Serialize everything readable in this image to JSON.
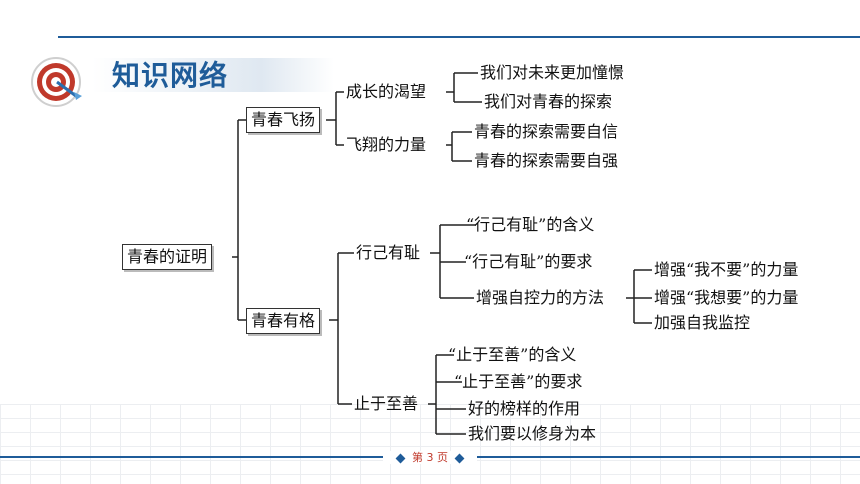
{
  "title": "知识网络",
  "footer": {
    "page_label": "第 3 页"
  },
  "root": "青春的证明",
  "branch1": {
    "label": "青春飞扬",
    "sub1": {
      "label": "成长的渴望",
      "items": [
        "我们对未来更加憧憬",
        "我们对青春的探索"
      ]
    },
    "sub2": {
      "label": "飞翔的力量",
      "items": [
        "青春的探索需要自信",
        "青春的探索需要自强"
      ]
    }
  },
  "branch2": {
    "label": "青春有格",
    "sub1": {
      "label": "行己有耻",
      "items": [
        "“行己有耻”的含义",
        "“行己有耻”的要求",
        "增强自控力的方法"
      ],
      "methods": [
        "增强“我不要”的力量",
        "增强“我想要”的力量",
        "加强自我监控"
      ]
    },
    "sub2": {
      "label": "止于至善",
      "items": [
        "“止于至善”的含义",
        "“止于至善”的要求",
        "好的榜样的作用",
        "我们要以修身为本"
      ]
    }
  },
  "colors": {
    "accent": "#1f5c99",
    "page_number": "#c0392b"
  }
}
